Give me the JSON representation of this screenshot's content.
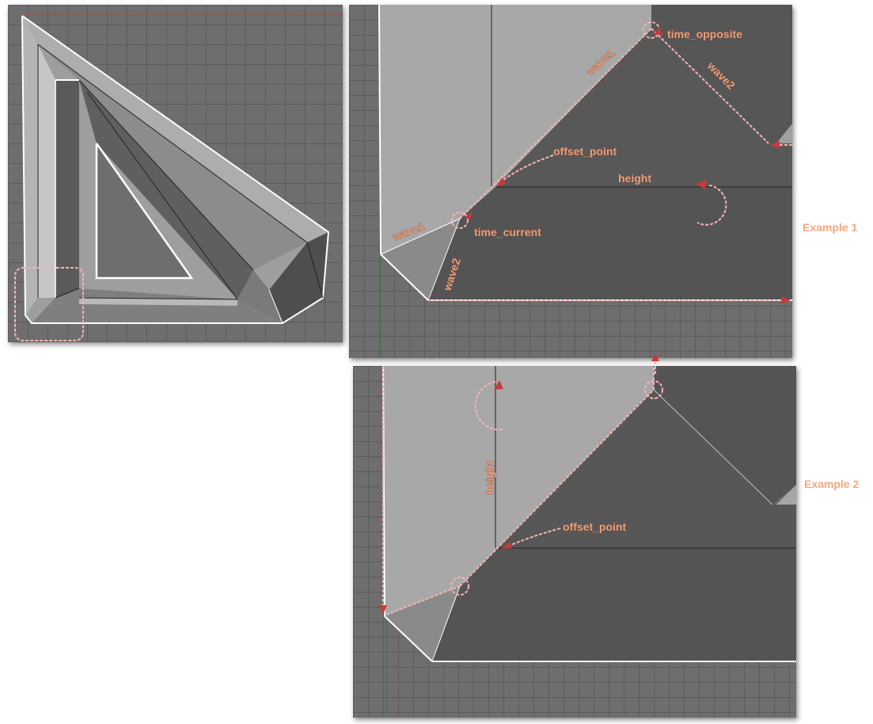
{
  "labels": {
    "example1": "Example 1",
    "example2": "Example 2"
  },
  "example1": {
    "wave1_top": "wave1",
    "wave2_top": "wave2",
    "time_opposite": "time_opposite",
    "offset_point": "offset_point",
    "height": "height",
    "wave1_bottom": "wave1",
    "wave2_bottom": "wave2",
    "time_current": "time_current"
  },
  "example2": {
    "height": "height",
    "offset_point": "offset_point"
  },
  "colors": {
    "annotation": "#f0a07a",
    "dashed_outline": "#f3b6b0",
    "arrow": "#c83a3a",
    "light_face": "#a9a9a9",
    "dark_face": "#545454",
    "grid_bg": "#6e6e6e"
  }
}
